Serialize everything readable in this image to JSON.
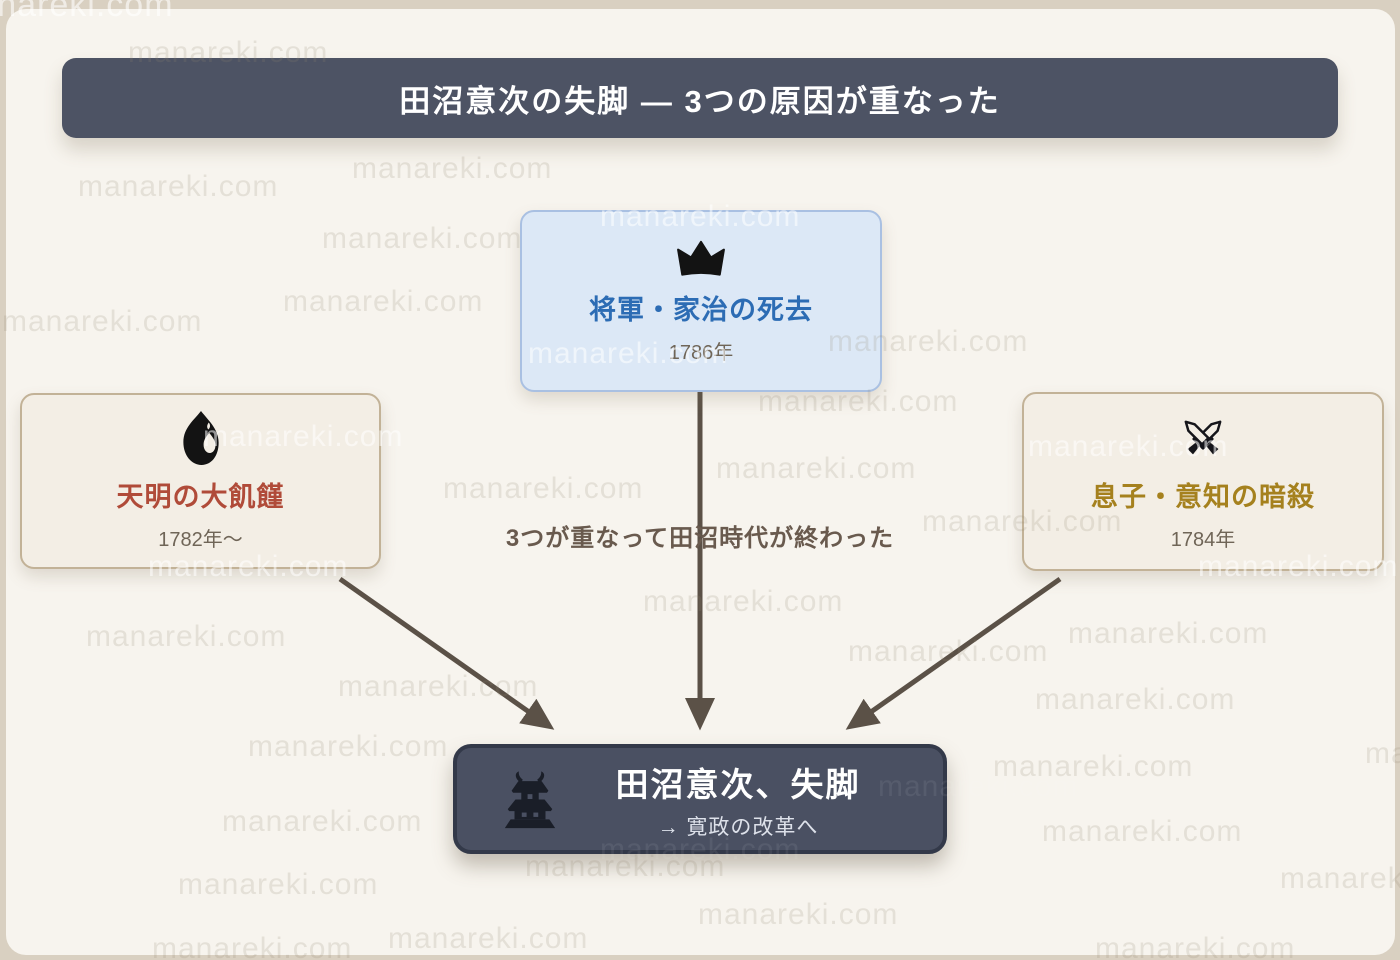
{
  "watermark": {
    "text": "manareki.com"
  },
  "header": {
    "title": "田沼意次の失脚 ― 3つの原因が重なった"
  },
  "causes": [
    {
      "title": "将軍・家治の死去",
      "year": "1786年",
      "icon": "crown-icon"
    },
    {
      "title": "天明の大飢饉",
      "year": "1782年〜",
      "icon": "flame-icon"
    },
    {
      "title": "息子・意知の暗殺",
      "year": "1784年",
      "icon": "crossed-swords-icon"
    }
  ],
  "center_note": {
    "text": "3つが重なって田沼時代が終わった"
  },
  "result": {
    "title": "田沼意次、失脚",
    "subtitle": "→ 寛政の改革へ",
    "icon": "castle-icon"
  },
  "colors": {
    "page_background": "#d9d0c1",
    "sheet_background": "#f7f4ee",
    "header_bg": "#4d5364",
    "shogun_box_bg": "#dce8f6",
    "shogun_box_border": "#a9c0e2",
    "shogun_accent": "#2c6cb4",
    "cause_box_bg": "#f3eee5",
    "cause_box_border": "#c2b297",
    "famine_accent": "#b04b39",
    "assassination_accent": "#a5811e",
    "note_text": "#695a4e",
    "arrow": "#5b5147",
    "result_bg": "#4a5062",
    "result_border": "#333949"
  }
}
